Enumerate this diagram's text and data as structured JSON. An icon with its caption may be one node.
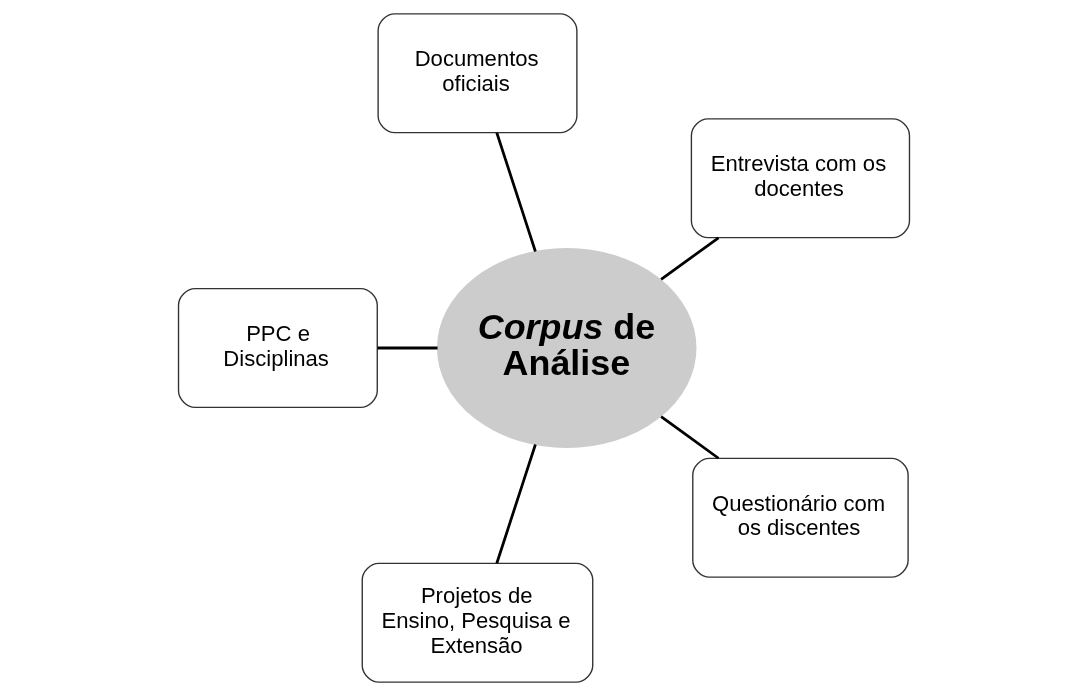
{
  "diagram": {
    "nodes": [
      {
        "text": [
          "*Corpus* de Análise"
        ]
      },
      {
        "text": [
          "Documentos oficiais"
        ]
      },
      {
        "text": [
          "Entrevista com os docentes"
        ]
      },
      {
        "text": [
          "PPC e Disciplinas"
        ]
      },
      {
        "text": [
          "Questionário com os discentes"
        ]
      },
      {
        "text": [
          "Projetos de Ensino, Pesquisa e Extensão"
        ]
      }
    ],
    "edges": [
      {
        "from": 0,
        "to": 1,
        "arrow": "none"
      },
      {
        "from": 0,
        "to": 2,
        "arrow": "none"
      },
      {
        "from": 0,
        "to": 3,
        "arrow": "none"
      },
      {
        "from": 0,
        "to": 4,
        "arrow": "none"
      },
      {
        "from": 0,
        "to": 5,
        "arrow": "none"
      }
    ]
  }
}
